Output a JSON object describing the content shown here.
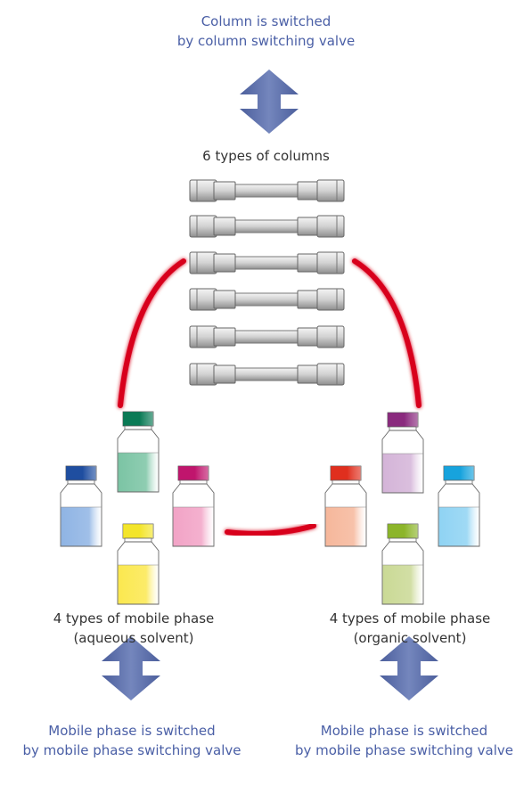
{
  "top_caption": {
    "line1": "Column is switched",
    "line2": "by column switching valve"
  },
  "columns": {
    "title": "6 types of columns",
    "count": 6
  },
  "left_group": {
    "line1": "4 types of mobile phase",
    "line2": "(aqueous solvent)",
    "caption_line1": "Mobile phase is switched",
    "caption_line2": "by mobile phase switching valve"
  },
  "right_group": {
    "line1": "4 types of mobile phase",
    "line2": "(organic solvent)",
    "caption_line1": "Mobile phase is switched",
    "caption_line2": "by mobile phase switching valve"
  },
  "colors": {
    "caption_blue": "#4a5fa6",
    "arrow": "#5c6faa",
    "loop_red": "#d8001e",
    "column_metal": "#bdbdbd"
  },
  "bottles": {
    "aqueous": [
      {
        "name": "green",
        "cap": "#0a7a55",
        "liquid": "#7bc4a4"
      },
      {
        "name": "blue",
        "cap": "#1f4ea0",
        "liquid": "#8fb4e4"
      },
      {
        "name": "pink",
        "cap": "#c0156d",
        "liquid": "#f2a3c6"
      },
      {
        "name": "yellow",
        "cap": "#f3e52a",
        "liquid": "#fbe84f"
      }
    ],
    "organic": [
      {
        "name": "purple",
        "cap": "#8a2a7e",
        "liquid": "#d4b4d8"
      },
      {
        "name": "orange",
        "cap": "#e02f1e",
        "liquid": "#f6b79b"
      },
      {
        "name": "cyan",
        "cap": "#17a3dd",
        "liquid": "#8fd3f3"
      },
      {
        "name": "olive",
        "cap": "#8cb52a",
        "liquid": "#cad995"
      }
    ]
  }
}
